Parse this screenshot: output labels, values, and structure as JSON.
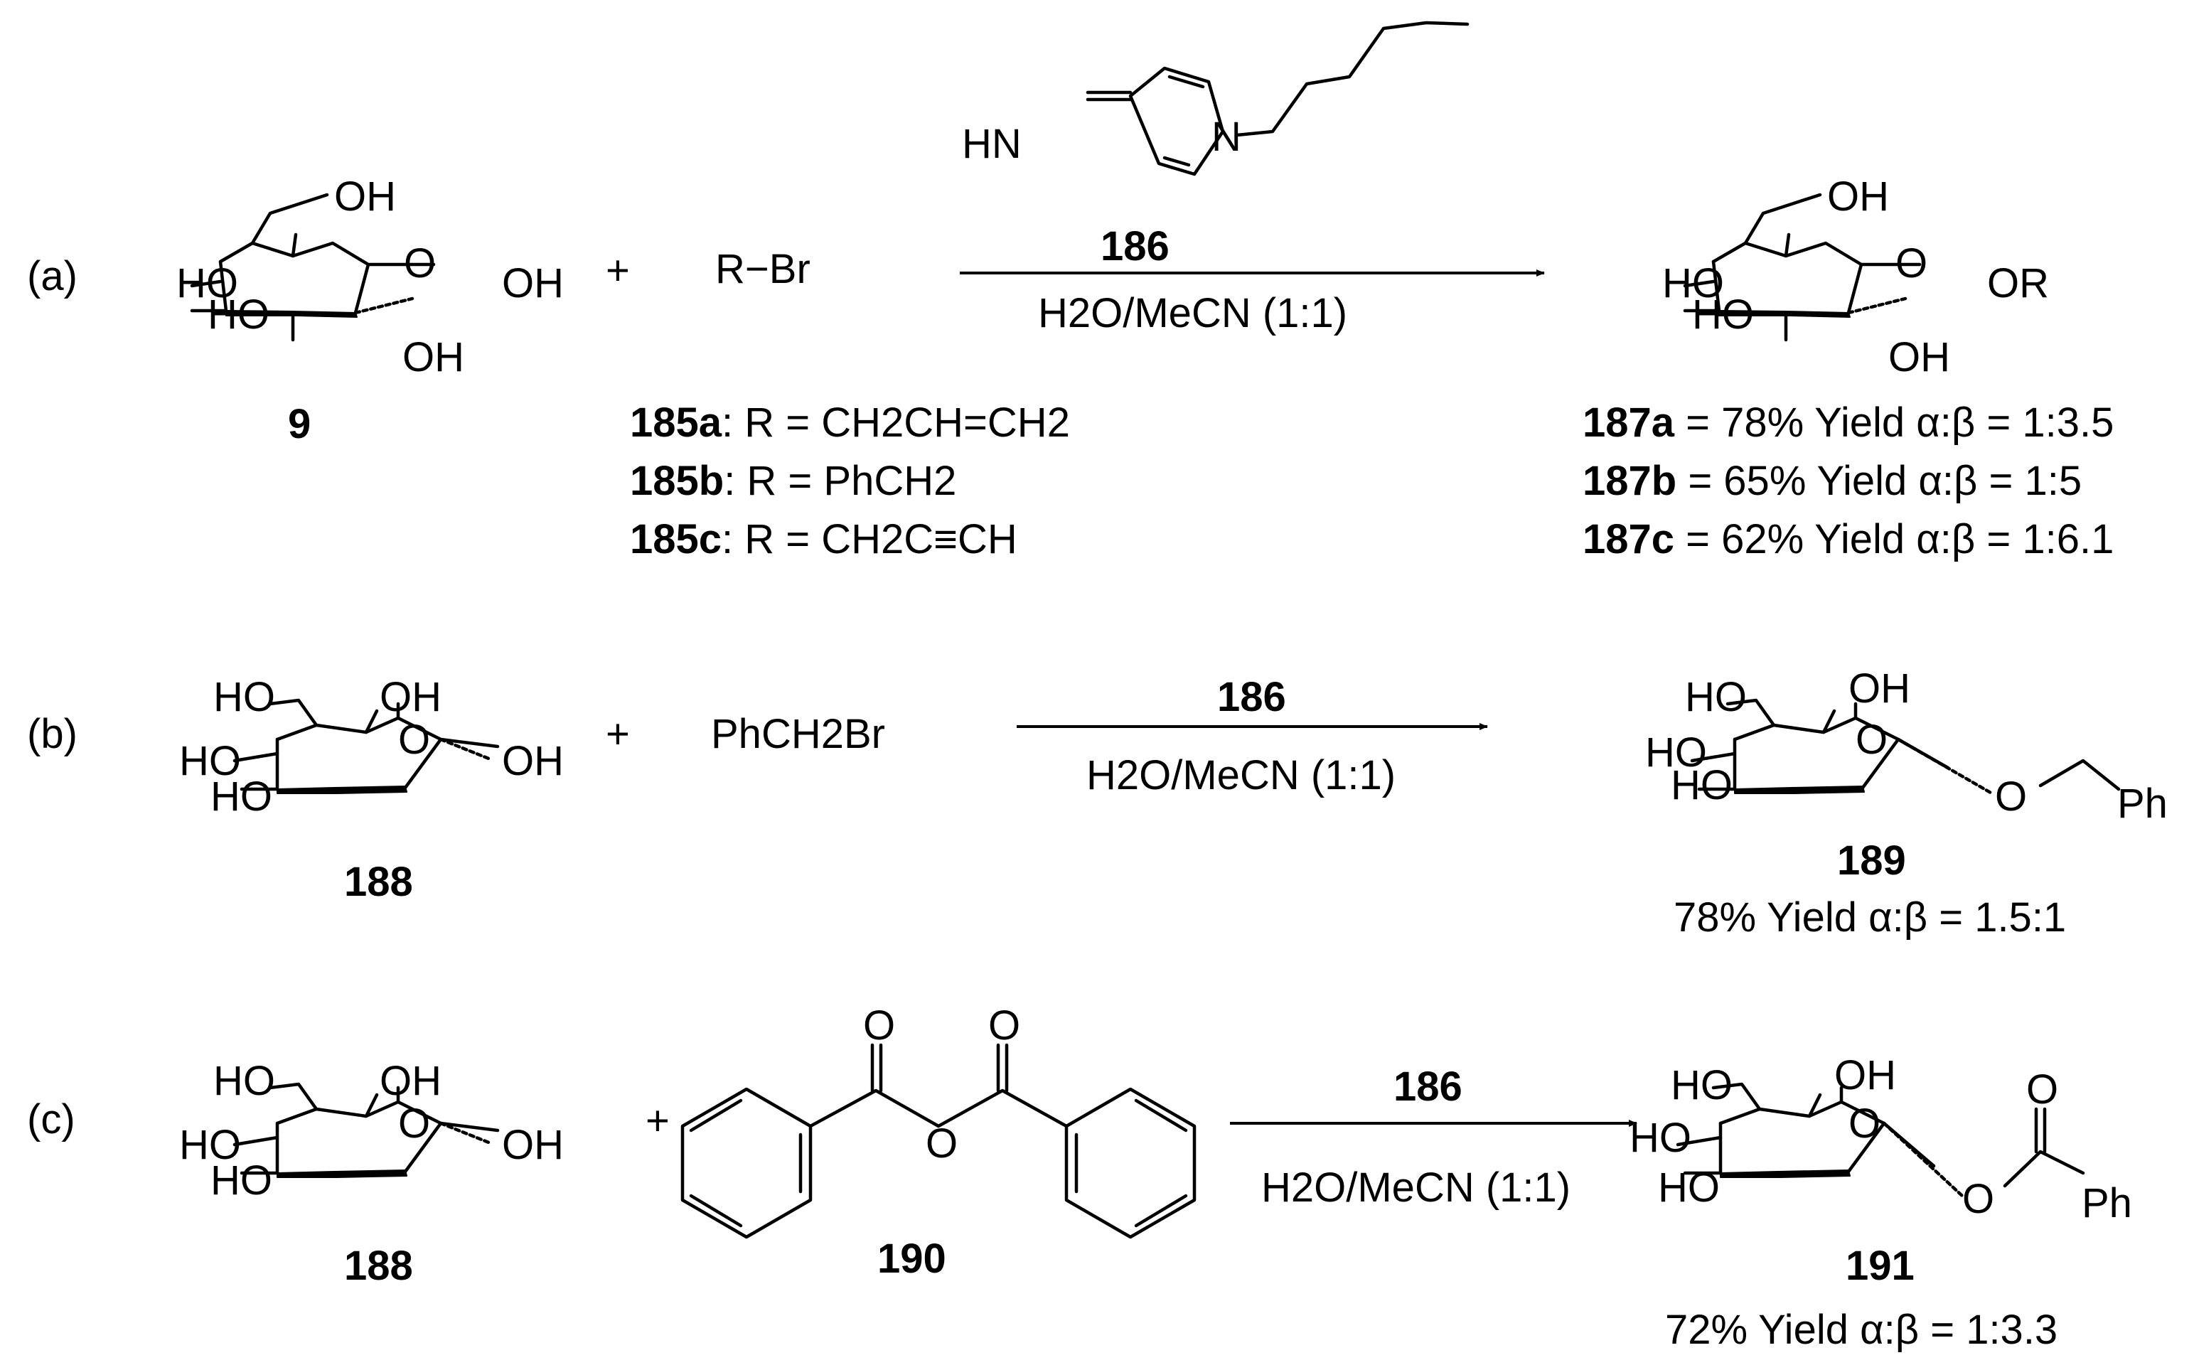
{
  "panels": {
    "a": {
      "label": "(a)",
      "reactant": {
        "id": "9"
      },
      "reagent": {
        "text": "R−Br"
      },
      "catalyst": {
        "id": "186",
        "imine": "HN",
        "n": "N"
      },
      "conditions": "H2O/MeCN (1:1)",
      "rgroups": [
        {
          "id": "185a",
          "text": ": R = CH2CH=CH2"
        },
        {
          "id": "185b",
          "text": ": R = PhCH2"
        },
        {
          "id": "185c",
          "text": ": R = CH2C≡CH"
        }
      ],
      "product": {
        "substituent": "OR"
      },
      "results": [
        {
          "id": "187a",
          "text": " = 78% Yield α:β = 1:3.5"
        },
        {
          "id": "187b",
          "text": " = 65% Yield α:β = 1:5"
        },
        {
          "id": "187c",
          "text": " = 62% Yield α:β = 1:6.1"
        }
      ]
    },
    "b": {
      "label": "(b)",
      "reactant": {
        "id": "188"
      },
      "reagent": {
        "text": "PhCH2Br"
      },
      "catalyst": {
        "id": "186"
      },
      "conditions": "H2O/MeCN (1:1)",
      "product": {
        "id": "189",
        "result": "78% Yield α:β = 1.5:1",
        "substituent_o": "O",
        "substituent_ph": "Ph"
      }
    },
    "c": {
      "label": "(c)",
      "reactant": {
        "id": "188"
      },
      "reagent": {
        "id": "190",
        "o_bridge": "O",
        "o_carbonyl": "O"
      },
      "catalyst": {
        "id": "186"
      },
      "conditions": "H2O/MeCN (1:1)",
      "product": {
        "id": "191",
        "result": "72% Yield α:β = 1:3.3",
        "substituent_o": "O",
        "substituent_ph": "Ph",
        "carbonyl_o": "O"
      }
    }
  },
  "atoms": {
    "oh": "OH",
    "ho": "HO",
    "o": "O",
    "plus": "+"
  }
}
